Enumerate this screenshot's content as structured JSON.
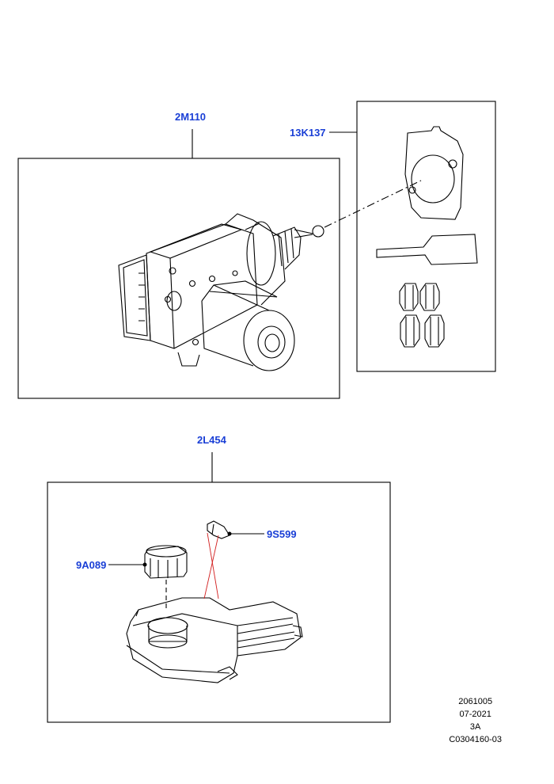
{
  "callouts": {
    "brake_booster": "2M110",
    "gasket_kit": "13K137",
    "reservoir": "2L454",
    "reservoir_cap": "9A089",
    "level_sensor": "9S599"
  },
  "footer": {
    "code": "2061005",
    "date": "07-2021",
    "revision": "3A",
    "ref": "C0304160-03"
  },
  "colors": {
    "callout": "#1a3fd6",
    "leader_red": "#d21f1f",
    "line": "#000000"
  }
}
